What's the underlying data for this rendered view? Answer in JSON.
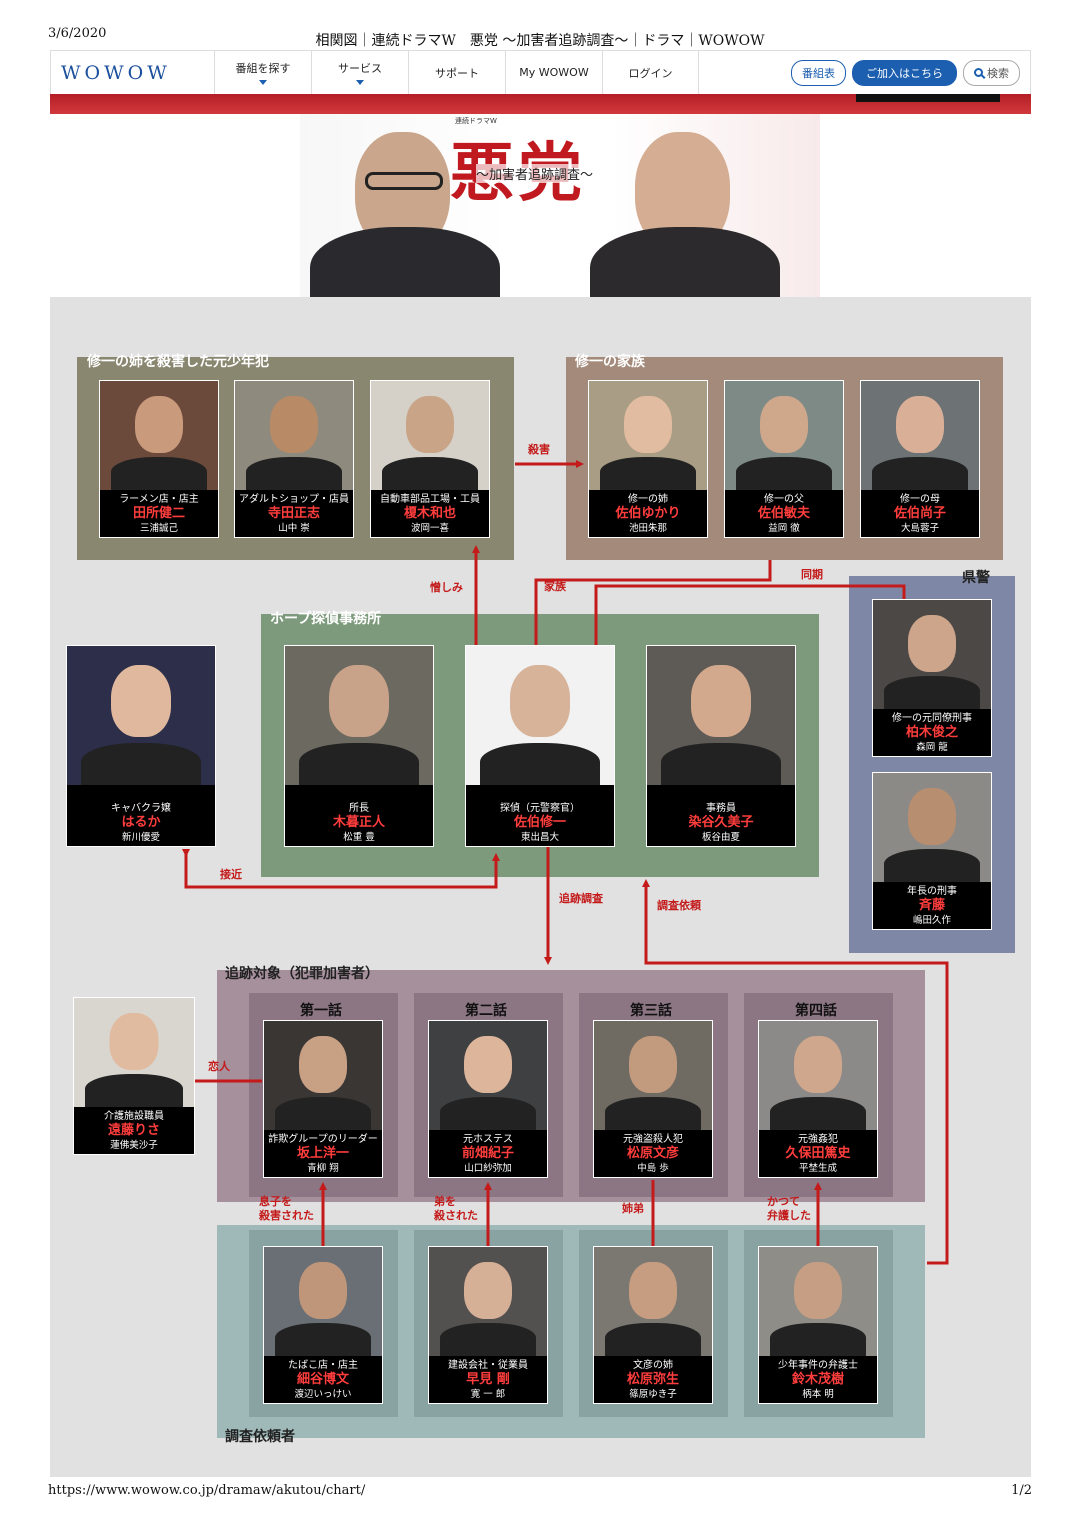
{
  "print": {
    "date": "3/6/2020",
    "title": "相関図｜連続ドラマW　悪党 〜加害者追跡調査〜｜ドラマ｜WOWOW",
    "url": "https://www.wowow.co.jp/dramaw/akutou/chart/",
    "page": "1/2"
  },
  "nav": {
    "logo": "WOWOW",
    "items": [
      "番組を探す",
      "サービス",
      "サポート",
      "My WOWOW",
      "ログイン"
    ],
    "program_table": "番組表",
    "join": "ご加入はこちら",
    "search": "検索"
  },
  "hero": {
    "small": "連続ドラマW",
    "title": "悪党",
    "subtitle": "〜加害者追跡調査〜"
  },
  "groups": {
    "offenders": "修一の姉を殺害した元少年犯",
    "family": "修一の家族",
    "agency": "ホープ探偵事務所",
    "police": "県警",
    "targets": "追跡対象（犯罪加害者）",
    "clients": "調査依頼者"
  },
  "episodes": [
    "第一話",
    "第二話",
    "第三話",
    "第四話"
  ],
  "relations": {
    "murder": "殺害",
    "hatred": "憎しみ",
    "family": "家族",
    "colleague": "同期",
    "approach": "接近",
    "tracking": "追跡調査",
    "request": "調査依頼",
    "lover": "恋人",
    "son_killed_1": "息子を",
    "son_killed_2": "殺害された",
    "brother_killed_1": "弟を",
    "brother_killed_2": "殺された",
    "siblings": "姉弟",
    "defended_1": "かつて",
    "defended_2": "弁護した"
  },
  "cards": {
    "tadokoro": {
      "role": "ラーメン店・店主",
      "name": "田所健二",
      "actor": "三浦誠己"
    },
    "terada": {
      "role": "アダルトショップ・店員",
      "name": "寺田正志",
      "actor": "山中 崇"
    },
    "enoki": {
      "role": "自動車部品工場・工員",
      "name": "榎木和也",
      "actor": "波岡一喜"
    },
    "yukari": {
      "role": "修一の姉",
      "name": "佐伯ゆかり",
      "actor": "池田朱那"
    },
    "toshio": {
      "role": "修一の父",
      "name": "佐伯敏夫",
      "actor": "益岡 徹"
    },
    "naoko": {
      "role": "修一の母",
      "name": "佐伯尚子",
      "actor": "大島蓉子"
    },
    "haruka": {
      "role": "キャバクラ嬢",
      "name": "はるか",
      "actor": "新川優愛"
    },
    "kigure": {
      "role": "所長",
      "name": "木暮正人",
      "actor": "松重 豊"
    },
    "shuichi": {
      "role": "探偵（元警察官）",
      "name": "佐伯修一",
      "actor": "東出昌大"
    },
    "someya": {
      "role": "事務員",
      "name": "染谷久美子",
      "actor": "板谷由夏"
    },
    "kashiwagi": {
      "role": "修一の元同僚刑事",
      "name": "柏木俊之",
      "actor": "森岡 龍"
    },
    "saito": {
      "role": "年長の刑事",
      "name": "斉藤",
      "actor": "嶋田久作"
    },
    "endo": {
      "role": "介護施設職員",
      "name": "遠藤りさ",
      "actor": "蓮佛美沙子"
    },
    "sakagami": {
      "role": "詐欺グループのリーダー",
      "name": "坂上洋一",
      "actor": "青柳 翔"
    },
    "maehata": {
      "role": "元ホステス",
      "name": "前畑紀子",
      "actor": "山口紗弥加"
    },
    "matsubara": {
      "role": "元強盗殺人犯",
      "name": "松原文彦",
      "actor": "中島 歩"
    },
    "kubota": {
      "role": "元強姦犯",
      "name": "久保田篤史",
      "actor": "平埜生成"
    },
    "hosoya": {
      "role": "たばこ店・店主",
      "name": "細谷博文",
      "actor": "渡辺いっけい"
    },
    "hayami": {
      "role": "建設会社・従業員",
      "name": "早見 剛",
      "actor": "寛 一 郎"
    },
    "yayoi": {
      "role": "文彦の姉",
      "name": "松原弥生",
      "actor": "篠原ゆき子"
    },
    "suzuki": {
      "role": "少年事件の弁護士",
      "name": "鈴木茂樹",
      "actor": "柄本 明"
    }
  },
  "colors": {
    "accent_red": "#c41a1a",
    "brand_blue": "#1c5fb0",
    "offenders_box": "#8a8770",
    "family_box": "#a48a7a",
    "agency_box": "#7d9a7c",
    "police_box": "#7e88a6",
    "targets_box": "#a6909c",
    "clients_box": "#9fb9b8"
  }
}
